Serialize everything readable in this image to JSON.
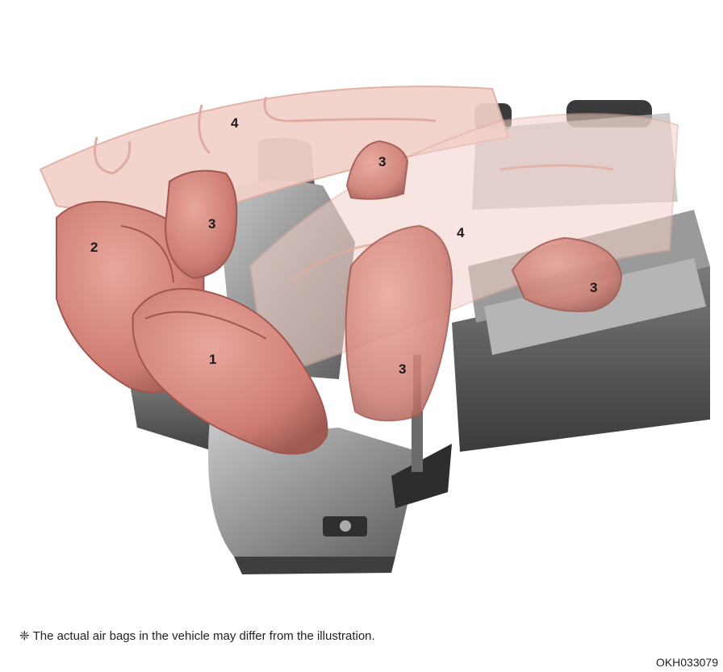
{
  "callouts": {
    "front_driver": "1",
    "front_passenger": "2",
    "side_front_left": "3",
    "side_rear_top": "3",
    "side_front_center": "3",
    "side_rear_right": "3",
    "curtain_front": "4",
    "curtain_rear": "4"
  },
  "footnote": {
    "symbol": "❈",
    "text": "The actual air bags in the vehicle may differ from the illustration."
  },
  "figure_code": "OKH033079",
  "colors": {
    "airbag": "#d4837a",
    "airbag_dark": "#b0605a",
    "curtain": "#f3d1c9",
    "seat": "#8f8f8f",
    "seat_dark": "#4a4a4a"
  }
}
